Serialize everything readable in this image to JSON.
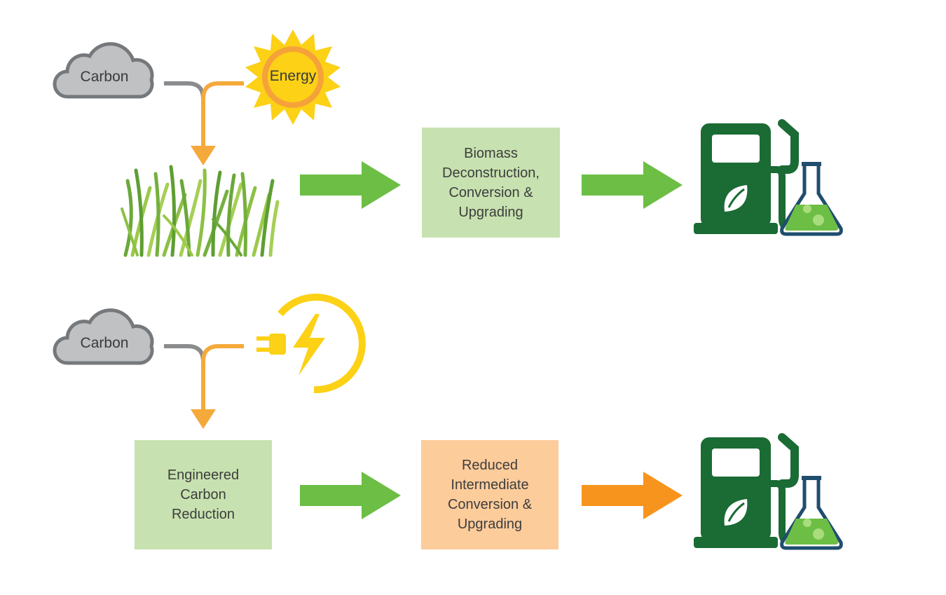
{
  "row1": {
    "carbon_label": "Carbon",
    "energy_label": "Energy",
    "process_label": "Biomass\nDeconstruction,\nConversion &\nUpgrading"
  },
  "row2": {
    "carbon_label": "Carbon",
    "reduction_label": "Engineered\nCarbon\nReduction",
    "process_label": "Reduced\nIntermediate\nConversion &\nUpgrading"
  },
  "colors": {
    "cloud_fill": "#bfc1c3",
    "cloud_stroke": "#76797c",
    "connector_gray": "#8a8c8e",
    "connector_orange": "#f5a93a",
    "sun_yellow": "#fcd116",
    "sun_ring": "#f5a23a",
    "arrow_green": "#6cbe45",
    "arrow_orange": "#f7941d",
    "box_green": "#c7e2b0",
    "box_orange": "#fdcc9b",
    "pump_green": "#1a6b34",
    "flask_liquid": "#6cbe45"
  },
  "icons": [
    "cloud-icon",
    "sun-icon",
    "grass-icon",
    "fuel-pump-icon",
    "flask-icon",
    "electricity-icon"
  ]
}
